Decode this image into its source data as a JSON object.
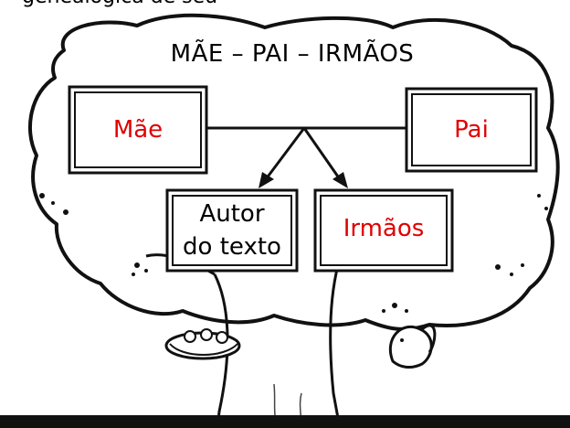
{
  "top_text": "genealógica de seu",
  "title": "MÃE – PAI – IRMÃOS",
  "boxes": {
    "mae": "Mãe",
    "pai": "Pai",
    "autor_line1": "Autor",
    "autor_line2": "do texto",
    "irmaos": "Irmãos"
  },
  "colors": {
    "label_red": "#e00000",
    "ink": "#000000",
    "background": "#ffffff"
  }
}
